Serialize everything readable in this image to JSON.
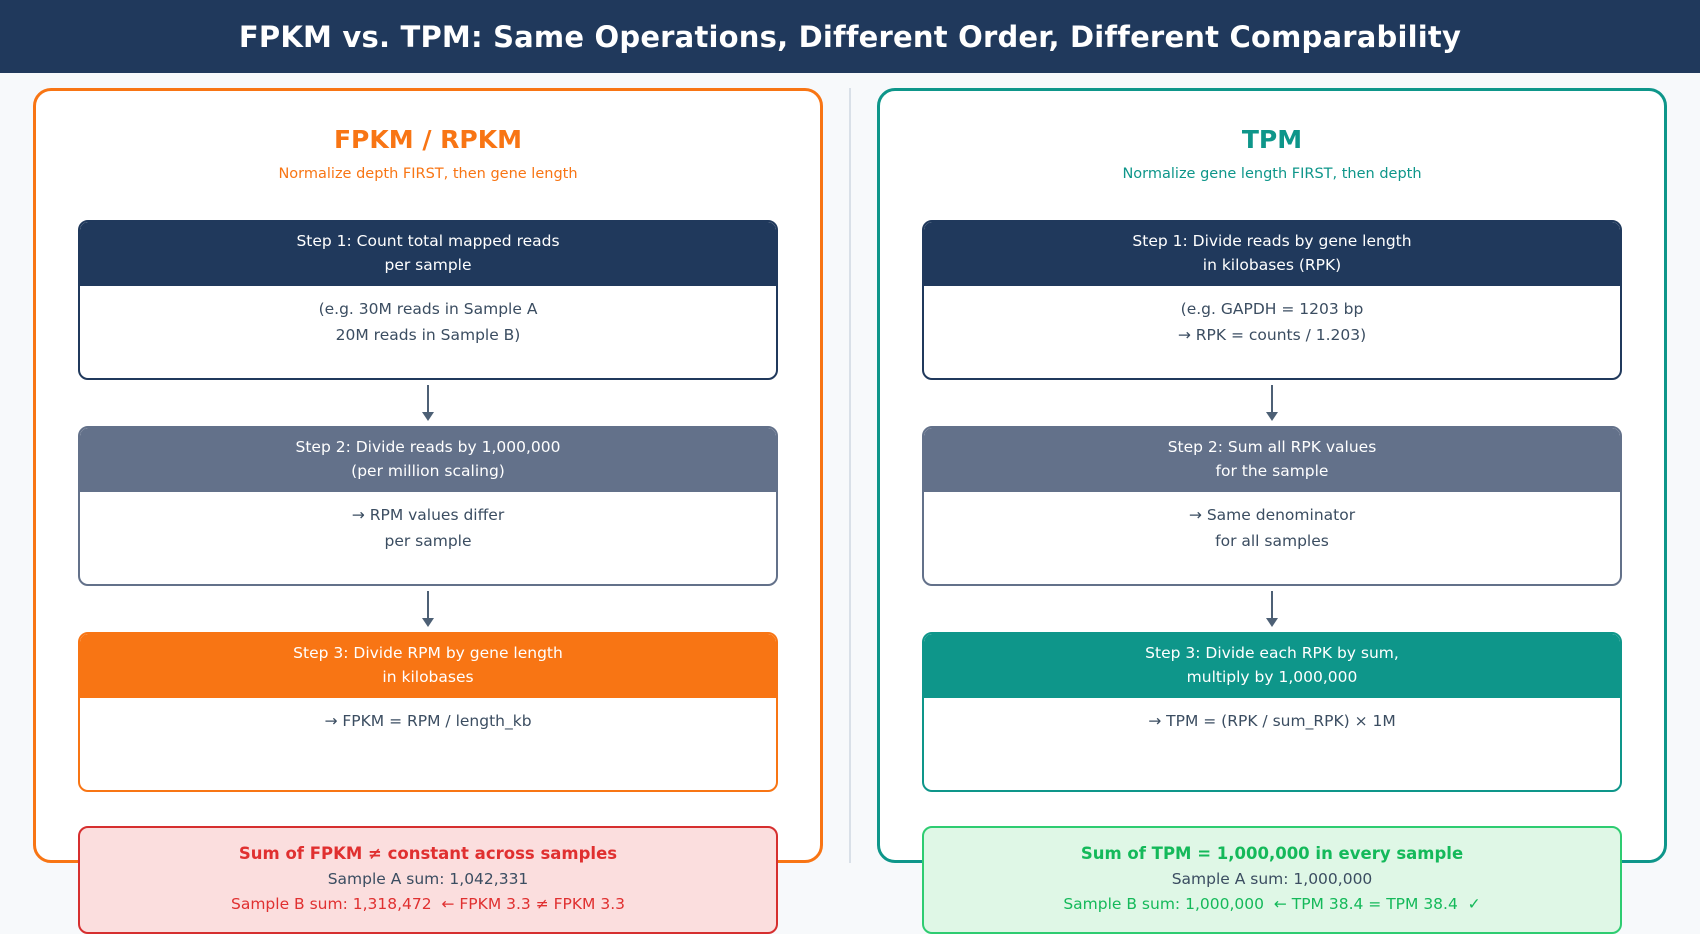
{
  "header": {
    "title": "FPKM vs. TPM: Same Operations, Different Order, Different Comparability"
  },
  "colors": {
    "header_bg": "#20395C",
    "navy": "#20395C",
    "slate": "#63718A",
    "orange": "#F87514",
    "teal": "#0E968A",
    "red": "#E03030",
    "red_border": "#D62F2F",
    "red_bg": "#FBDEDE",
    "green": "#14B95A",
    "green_border": "#2ECC71",
    "green_bg": "#DFF7E6",
    "page_bg": "#F7F9FB",
    "body_text": "#3B4D61"
  },
  "panels": [
    {
      "title": "FPKM / RPKM",
      "subtitle": "Normalize depth FIRST, then gene length",
      "steps": [
        {
          "header_line1": "Step 1: Count total mapped reads",
          "header_line2": "per sample",
          "body_line1": "(e.g. 30M reads in Sample A",
          "body_line2": "20M reads in Sample B)"
        },
        {
          "header_line1": "Step 2: Divide reads by 1,000,000",
          "header_line2": "(per million scaling)",
          "body_line1": "→ RPM values differ",
          "body_line2": "per sample"
        },
        {
          "header_line1": "Step 3: Divide RPM by gene length",
          "header_line2": "in kilobases",
          "body_line1": "→ FPKM = RPM / length_kb",
          "body_line2": ""
        }
      ],
      "result": {
        "title": "Sum of FPKM ≠ constant across samples",
        "line1": "Sample A sum: 1,042,331",
        "line2": "Sample B sum: 1,318,472  ← FPKM 3.3 ≠ FPKM 3.3"
      }
    },
    {
      "title": "TPM",
      "subtitle": "Normalize gene length FIRST, then depth",
      "steps": [
        {
          "header_line1": "Step 1: Divide reads by gene length",
          "header_line2": "in kilobases (RPK)",
          "body_line1": "(e.g. GAPDH = 1203 bp",
          "body_line2": "→ RPK = counts / 1.203)"
        },
        {
          "header_line1": "Step 2: Sum all RPK values",
          "header_line2": "for the sample",
          "body_line1": "→ Same denominator",
          "body_line2": "for all samples"
        },
        {
          "header_line1": "Step 3: Divide each RPK by sum,",
          "header_line2": "multiply by 1,000,000",
          "body_line1": "→ TPM = (RPK / sum_RPK) × 1M",
          "body_line2": ""
        }
      ],
      "result": {
        "title": "Sum of TPM = 1,000,000 in every sample",
        "line1": "Sample A sum: 1,000,000",
        "line2": "Sample B sum: 1,000,000  ← TPM 38.4 = TPM 38.4  ✓"
      }
    }
  ]
}
